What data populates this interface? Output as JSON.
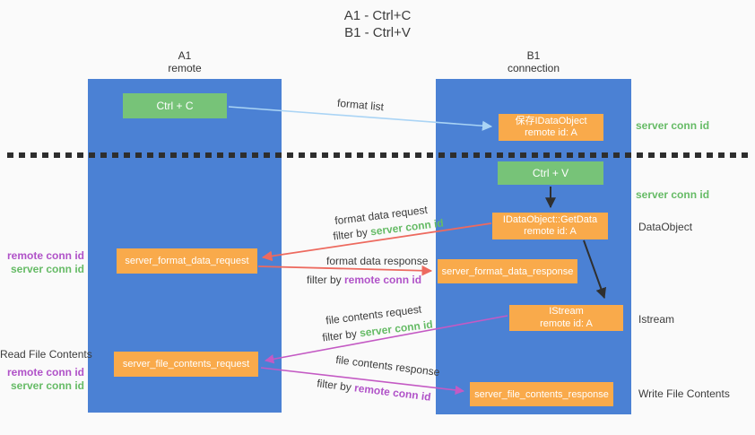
{
  "title": {
    "line1": "A1 - Ctrl+C",
    "line2": "B1 - Ctrl+V"
  },
  "lanes": {
    "left": {
      "title": "A1",
      "subtitle": "remote"
    },
    "right": {
      "title": "B1",
      "subtitle": "connection"
    }
  },
  "nodes": {
    "ctrl_c": {
      "label": "Ctrl + C"
    },
    "ctrl_v": {
      "label": "Ctrl + V"
    },
    "save_idataobject": {
      "line1": "保存IDataObject",
      "line2": "remote id: A"
    },
    "getdata": {
      "line1": "IDataObject::GetData",
      "line2": "remote id: A"
    },
    "istream": {
      "line1": "IStream",
      "line2": "remote id: A"
    },
    "server_format_data_request": {
      "label": "server_format_data_request"
    },
    "server_format_data_response": {
      "label": "server_format_data_response"
    },
    "server_file_contents_request": {
      "label": "server_file_contents_request"
    },
    "server_file_contents_response": {
      "label": "server_file_contents_response"
    }
  },
  "arrow_labels": {
    "format_list": "format list",
    "format_data_request": "format data request",
    "format_data_response": "format data response",
    "file_contents_request": "file contents request",
    "file_contents_response": "file contents response",
    "filter_by": "filter by ",
    "server_conn_id": "server conn id",
    "remote_conn_id": "remote conn id"
  },
  "side_labels": {
    "left_remote_conn_id": "remote conn id",
    "left_server_conn_id": "server conn id",
    "read_file_contents": "Read File Contents",
    "right_server_conn_id_top": "server conn id",
    "right_server_conn_id_mid": "server conn id",
    "dataobject": "DataObject",
    "istream": "Istream",
    "write_file_contents": "Write File Contents"
  },
  "colors": {
    "background": "#fafafa",
    "lane_blue": "#4b81d4",
    "box_green": "#77c378",
    "box_orange": "#f9aa4b",
    "arrow_red": "#ed6a5f",
    "arrow_magenta": "#c45ac4",
    "arrow_light_blue": "#aad4f5",
    "arrow_black": "#2f2f2f",
    "text_green": "#66bb66",
    "text_purple": "#b052c8",
    "text_dark": "#3c3c3c"
  }
}
